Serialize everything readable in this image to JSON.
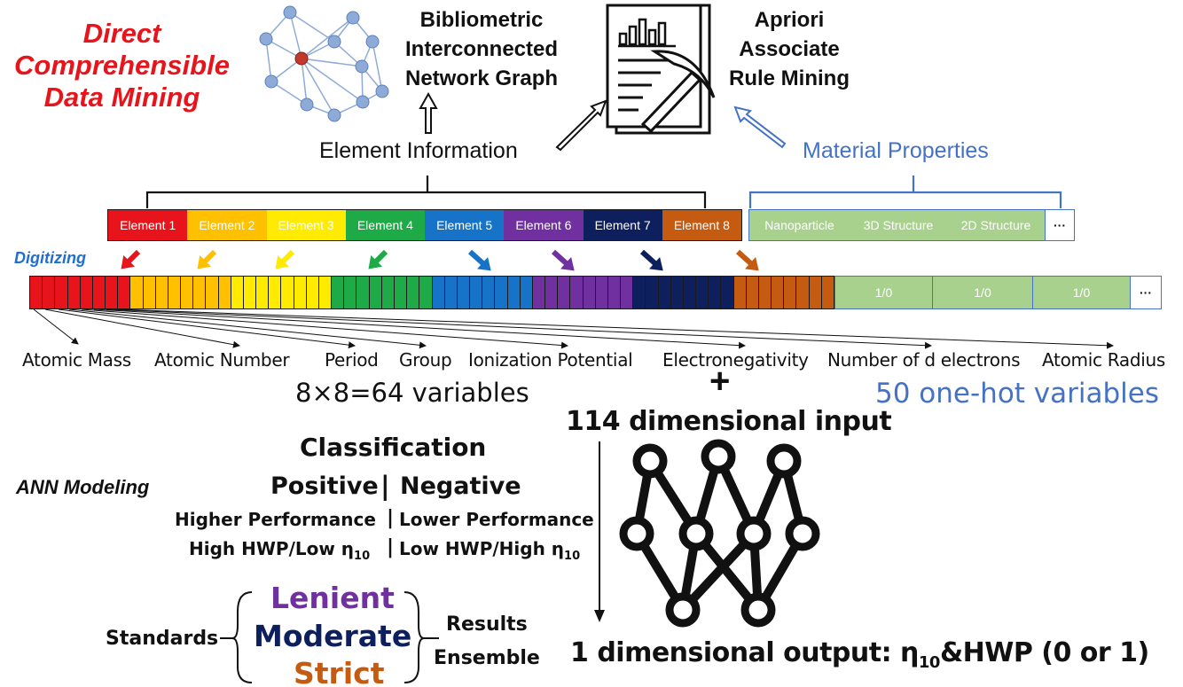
{
  "title": {
    "line1": "Direct",
    "line2": "Comprehensible",
    "line3": "Data Mining"
  },
  "bibliometric": {
    "line1": "Bibliometric",
    "line2": "Interconnected",
    "line3": "Network Graph"
  },
  "apriori": {
    "line1": "Apriori",
    "line2": "Associate",
    "line3": "Rule Mining"
  },
  "element_information": "Element Information",
  "material_properties": "Material Properties",
  "elements": [
    {
      "label": "Element 1",
      "color": "#e8141b"
    },
    {
      "label": "Element 2",
      "color": "#ffc000"
    },
    {
      "label": "Element 3",
      "color": "#ffeb00"
    },
    {
      "label": "Element 4",
      "color": "#1eaa46"
    },
    {
      "label": "Element 5",
      "color": "#1673c8"
    },
    {
      "label": "Element 6",
      "color": "#7030a0"
    },
    {
      "label": "Element 7",
      "color": "#0d1f5c"
    },
    {
      "label": "Element 8",
      "color": "#c55a11"
    }
  ],
  "properties": [
    "Nanoparticle",
    "3D Structure",
    "2D Structure",
    "···"
  ],
  "digitizing": "Digitizing",
  "onehot_cells": [
    "1/0",
    "1/0",
    "1/0",
    "···"
  ],
  "features": [
    "Atomic Mass",
    "Atomic Number",
    "Period",
    "Group",
    "Ionization Potential",
    "Electronegativity",
    "Number of d electrons",
    "Atomic Radius"
  ],
  "variables_count": "8×8=64 variables",
  "plus": "+",
  "onehot_variables": "50 one-hot variables",
  "input_dimension": "114 dimensional input",
  "ann_modeling": "ANN Modeling",
  "classification": {
    "title": "Classification",
    "positive": "Positive",
    "sep": "|",
    "negative": "Negative",
    "higher": "Higher Performance",
    "lower": "Lower Performance",
    "pos_detail": "High HWP/Low η",
    "neg_detail": "Low HWP/High η",
    "subscript": "10"
  },
  "standards": "Standards",
  "lenient": "Lenient",
  "moderate": "Moderate",
  "strict": "Strict",
  "results": "Results",
  "ensemble": "Ensemble",
  "output": {
    "prefix": "1 dimensional output: η",
    "subscript": "10",
    "suffix": "&HWP (0 or 1)"
  }
}
